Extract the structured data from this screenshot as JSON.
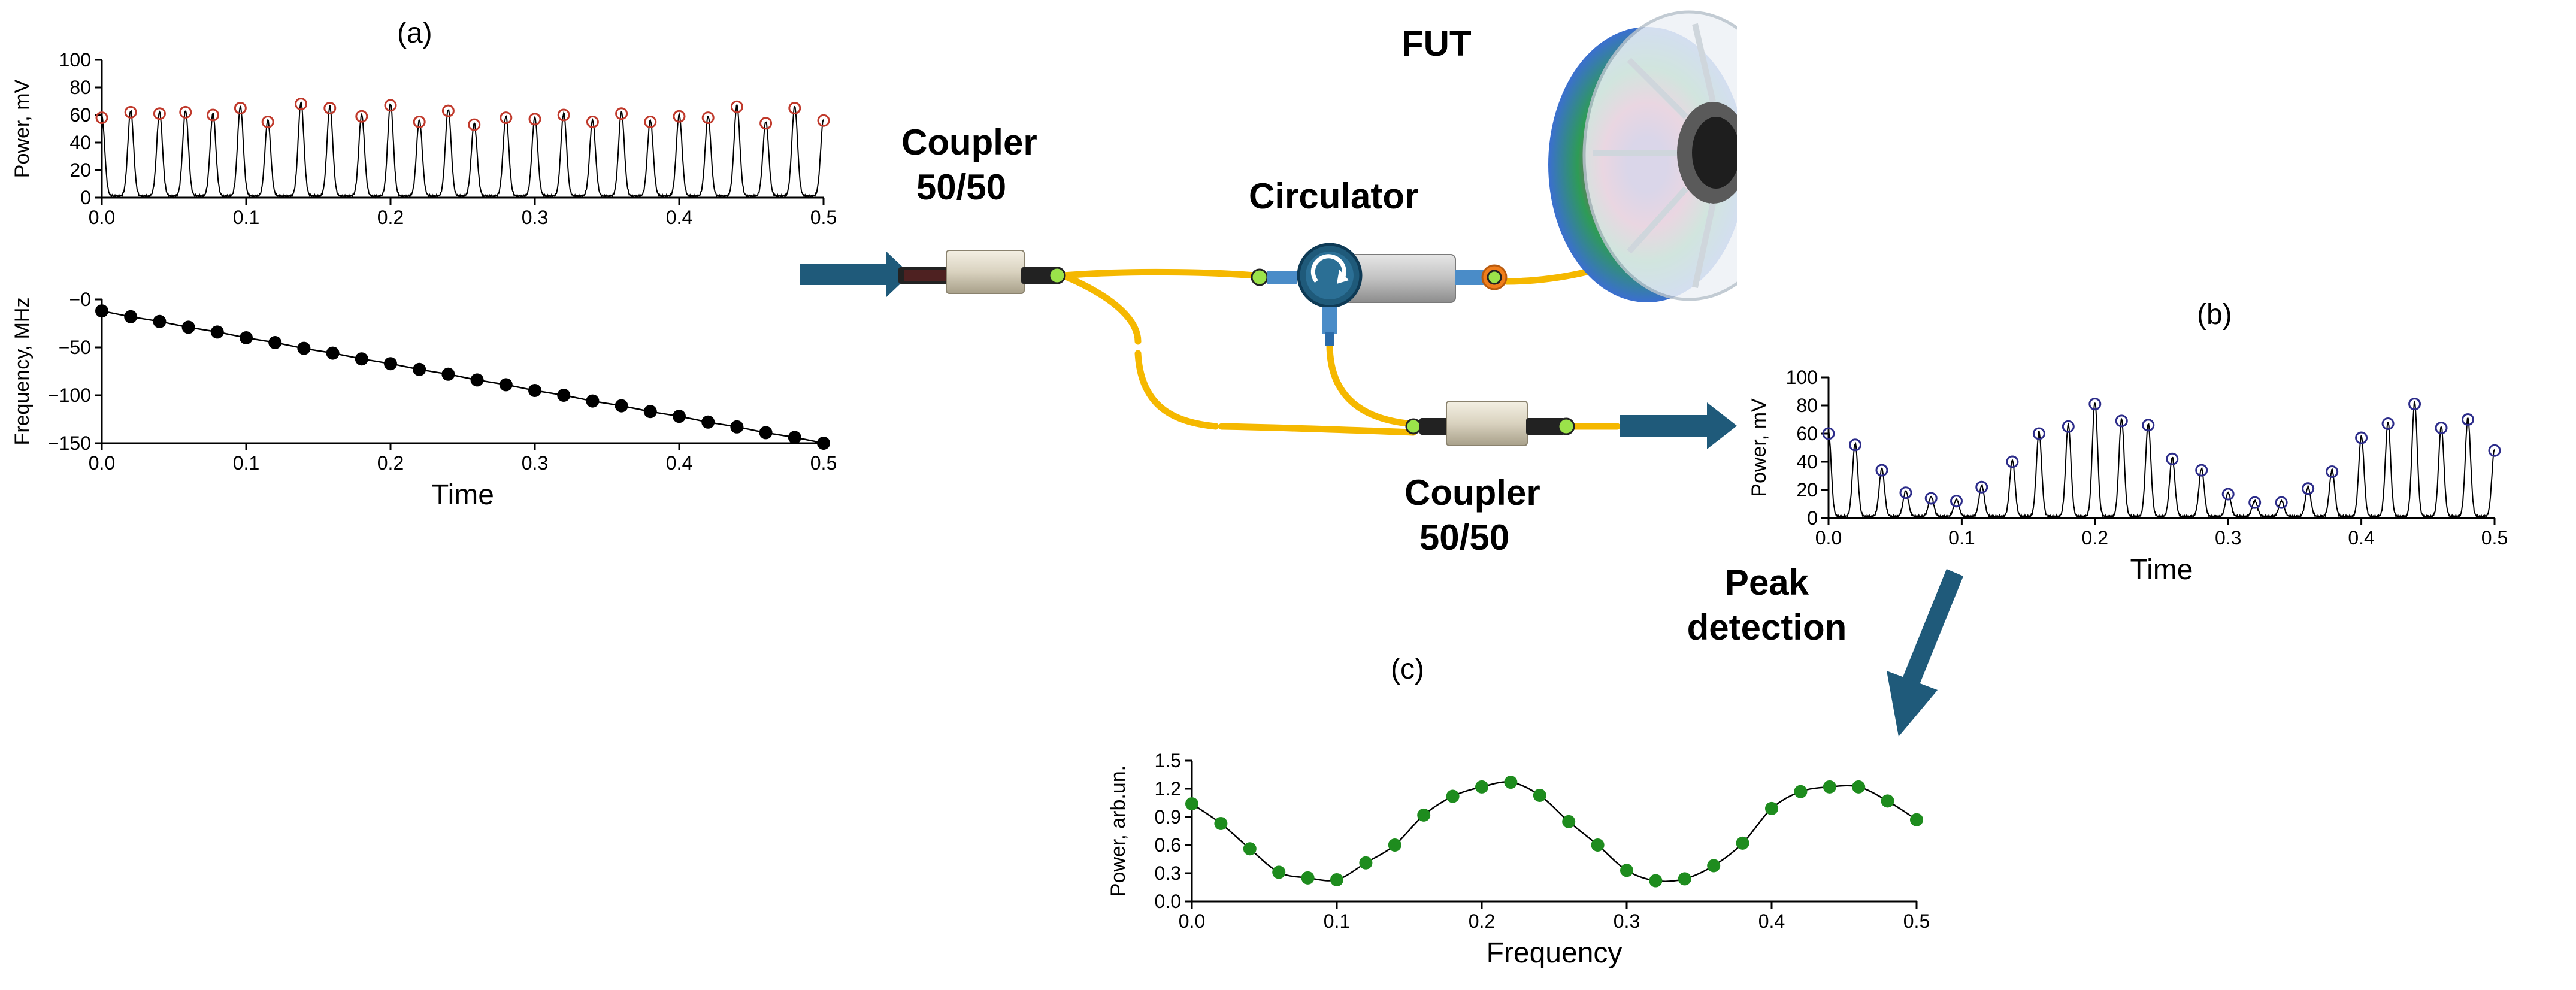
{
  "labels": {
    "panel_a": "(a)",
    "panel_b": "(b)",
    "panel_c": "(c)",
    "fut": "FUT",
    "circulator": "Circulator",
    "coupler1_l1": "Coupler",
    "coupler1_l2": "50/50",
    "coupler2_l1": "Coupler",
    "coupler2_l2": "50/50",
    "peak_l1": "Peak",
    "peak_l2": "detection"
  },
  "colors": {
    "fiber": "#f5b800",
    "arrow": "#1f5a7a",
    "peak_marker_a": "#c0392b",
    "peak_marker_b": "#2c2c8a",
    "dot_freq": "#000000",
    "dot_c": "#1e8c1e",
    "connector_green": "#9be34a",
    "circulator_blue": "#1f5a7a",
    "connector_orange": "#f07d1a"
  },
  "chart_data": [
    {
      "id": "a-top",
      "type": "line",
      "ylabel": "Power, mV",
      "xlabel": "",
      "xlim": [
        0,
        0.5
      ],
      "ylim": [
        0,
        100
      ],
      "xticks": [
        0.0,
        0.1,
        0.2,
        0.3,
        0.4,
        0.5
      ],
      "yticks": [
        0,
        20,
        40,
        60,
        80,
        100
      ],
      "xticklabels": [
        "0.0",
        "0.1",
        "0.2",
        "0.3",
        "0.4",
        "0.5"
      ],
      "yticklabels": [
        "0",
        "20",
        "40",
        "60",
        "80",
        "100"
      ],
      "peaks_x": [
        0.0,
        0.02,
        0.04,
        0.058,
        0.077,
        0.096,
        0.115,
        0.138,
        0.158,
        0.18,
        0.2,
        0.22,
        0.24,
        0.258,
        0.28,
        0.3,
        0.32,
        0.34,
        0.36,
        0.38,
        0.4,
        0.42,
        0.44,
        0.46,
        0.48,
        0.5
      ],
      "peaks_y": [
        58,
        62,
        61,
        62,
        60,
        65,
        55,
        68,
        65,
        59,
        67,
        55,
        63,
        53,
        58,
        57,
        60,
        55,
        61,
        55,
        59,
        58,
        66,
        54,
        65,
        56
      ]
    },
    {
      "id": "a-bottom",
      "type": "line",
      "xlabel": "Time",
      "ylabel": "Frequency, MHz",
      "xlim": [
        0,
        0.5
      ],
      "ylim": [
        -150,
        0
      ],
      "xticks": [
        0.0,
        0.1,
        0.2,
        0.3,
        0.4,
        0.5
      ],
      "yticks": [
        0,
        -50,
        -100,
        -150
      ],
      "xticklabels": [
        "0.0",
        "0.1",
        "0.2",
        "0.3",
        "0.4",
        "0.5"
      ],
      "yticklabels": [
        "−0",
        "−50",
        "−100",
        "−150"
      ],
      "x": [
        0.0,
        0.02,
        0.04,
        0.06,
        0.08,
        0.1,
        0.12,
        0.14,
        0.16,
        0.18,
        0.2,
        0.22,
        0.24,
        0.26,
        0.28,
        0.3,
        0.32,
        0.34,
        0.36,
        0.38,
        0.4,
        0.42,
        0.44,
        0.46,
        0.48,
        0.5
      ],
      "y": [
        -12,
        -18,
        -23,
        -29,
        -34,
        -40,
        -45,
        -51,
        -56,
        -62,
        -67,
        -73,
        -78,
        -84,
        -89,
        -95,
        -100,
        -106,
        -111,
        -117,
        -122,
        -128,
        -133,
        -139,
        -144,
        -150
      ]
    },
    {
      "id": "b",
      "type": "line",
      "xlabel": "Time",
      "ylabel": "Power, mV",
      "xlim": [
        0,
        0.5
      ],
      "ylim": [
        0,
        100
      ],
      "xticks": [
        0.0,
        0.1,
        0.2,
        0.3,
        0.4,
        0.5
      ],
      "yticks": [
        0,
        20,
        40,
        60,
        80,
        100
      ],
      "xticklabels": [
        "0.0",
        "0.1",
        "0.2",
        "0.3",
        "0.4",
        "0.5"
      ],
      "yticklabels": [
        "0",
        "20",
        "40",
        "60",
        "80",
        "100"
      ],
      "peaks_x": [
        0.0,
        0.02,
        0.04,
        0.058,
        0.077,
        0.096,
        0.115,
        0.138,
        0.158,
        0.18,
        0.2,
        0.22,
        0.24,
        0.258,
        0.28,
        0.3,
        0.32,
        0.34,
        0.36,
        0.378,
        0.4,
        0.42,
        0.44,
        0.46,
        0.48,
        0.5
      ],
      "peaks_y": [
        60,
        52,
        34,
        18,
        14,
        12,
        22,
        40,
        60,
        65,
        81,
        69,
        66,
        42,
        34,
        17,
        11,
        11,
        21,
        33,
        57,
        67,
        81,
        64,
        70,
        48
      ]
    },
    {
      "id": "c",
      "type": "line",
      "xlabel": "Frequency",
      "ylabel": "Power, arb.un.",
      "xlim": [
        0,
        0.5
      ],
      "ylim": [
        0,
        1.5
      ],
      "xticks": [
        0.0,
        0.1,
        0.2,
        0.3,
        0.4,
        0.5
      ],
      "yticks": [
        0.0,
        0.3,
        0.6,
        0.9,
        1.2,
        1.5
      ],
      "xticklabels": [
        "0.0",
        "0.1",
        "0.2",
        "0.3",
        "0.4",
        "0.5"
      ],
      "yticklabels": [
        "0.0",
        "0.3",
        "0.6",
        "0.9",
        "1.2",
        "1.5"
      ],
      "x": [
        0.0,
        0.02,
        0.04,
        0.06,
        0.08,
        0.1,
        0.12,
        0.14,
        0.16,
        0.18,
        0.2,
        0.22,
        0.24,
        0.26,
        0.28,
        0.3,
        0.32,
        0.34,
        0.36,
        0.38,
        0.4,
        0.42,
        0.44,
        0.46,
        0.48,
        0.5
      ],
      "y": [
        1.04,
        0.83,
        0.56,
        0.31,
        0.25,
        0.23,
        0.41,
        0.6,
        0.92,
        1.12,
        1.22,
        1.27,
        1.13,
        0.85,
        0.6,
        0.33,
        0.22,
        0.24,
        0.38,
        0.62,
        0.99,
        1.17,
        1.22,
        1.22,
        1.07,
        0.87
      ]
    }
  ]
}
